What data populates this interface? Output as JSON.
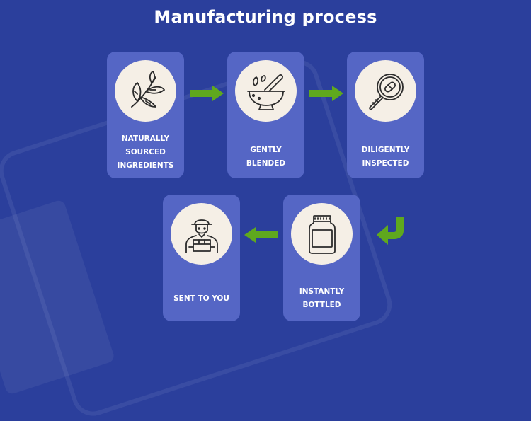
{
  "title": "Manufacturing process",
  "steps": [
    {
      "label_lines": [
        "NATURALLY",
        "SOURCED",
        "INGREDIENTS"
      ],
      "icon": "leaves-icon"
    },
    {
      "label_lines": [
        "GENTLY",
        "BLENDED"
      ],
      "icon": "mortar-pestle-icon"
    },
    {
      "label_lines": [
        "DILIGENTLY",
        "INSPECTED"
      ],
      "icon": "magnifier-capsule-icon"
    },
    {
      "label_lines": [
        "INSTANTLY",
        "BOTTLED"
      ],
      "icon": "jar-icon"
    },
    {
      "label_lines": [
        "SENT TO YOU"
      ],
      "icon": "delivery-person-icon"
    }
  ],
  "colors": {
    "background": "#2b3f9c",
    "card": "#5566c5",
    "circle": "#f5efe6",
    "arrow": "#5fa81e",
    "icon_stroke": "#2b2b2b"
  }
}
